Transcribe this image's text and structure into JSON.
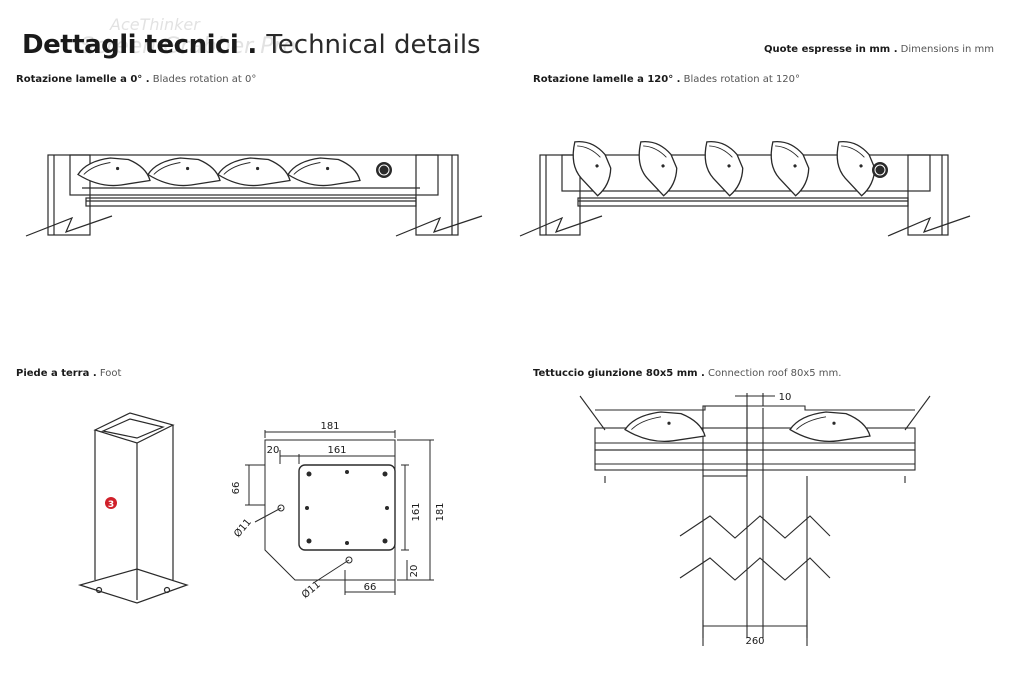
{
  "header": {
    "title_it": "Dettagli tecnici",
    "title_sep": " . ",
    "title_en": "Technical details",
    "dims_it": "Quote espresse in mm .",
    "dims_en": " Dimensions in mm"
  },
  "watermark": {
    "line1": "AceThinker",
    "line2": "Screen Grabber Pro"
  },
  "panels": {
    "rot0": {
      "label_it": "Rotazione lamelle a 0° .",
      "label_en": " Blades rotation at 0°"
    },
    "rot120": {
      "label_it": "Rotazione lamelle a 120° .",
      "label_en": " Blades rotation at 120°"
    },
    "foot": {
      "label_it": "Piede a terra .",
      "label_en": " Foot",
      "badge": "3"
    },
    "roof": {
      "label_it": "Tettuccio giunzione 80x5 mm .",
      "label_en": " Connection roof 80x5 mm."
    }
  },
  "plate_dims": {
    "width_outer": "181",
    "width_inner": "161",
    "offset_top": "20",
    "offset_left": "66",
    "hole_top": "Ø11",
    "height_inner": "161",
    "height_outer": "181",
    "offset_bottom": "20",
    "hole_bottom": "Ø11",
    "offset_bottom_x": "66"
  },
  "roof_dims": {
    "gap": "10",
    "width": "260"
  },
  "colors": {
    "line": "#2a2a2a",
    "badge": "#d0202a"
  }
}
